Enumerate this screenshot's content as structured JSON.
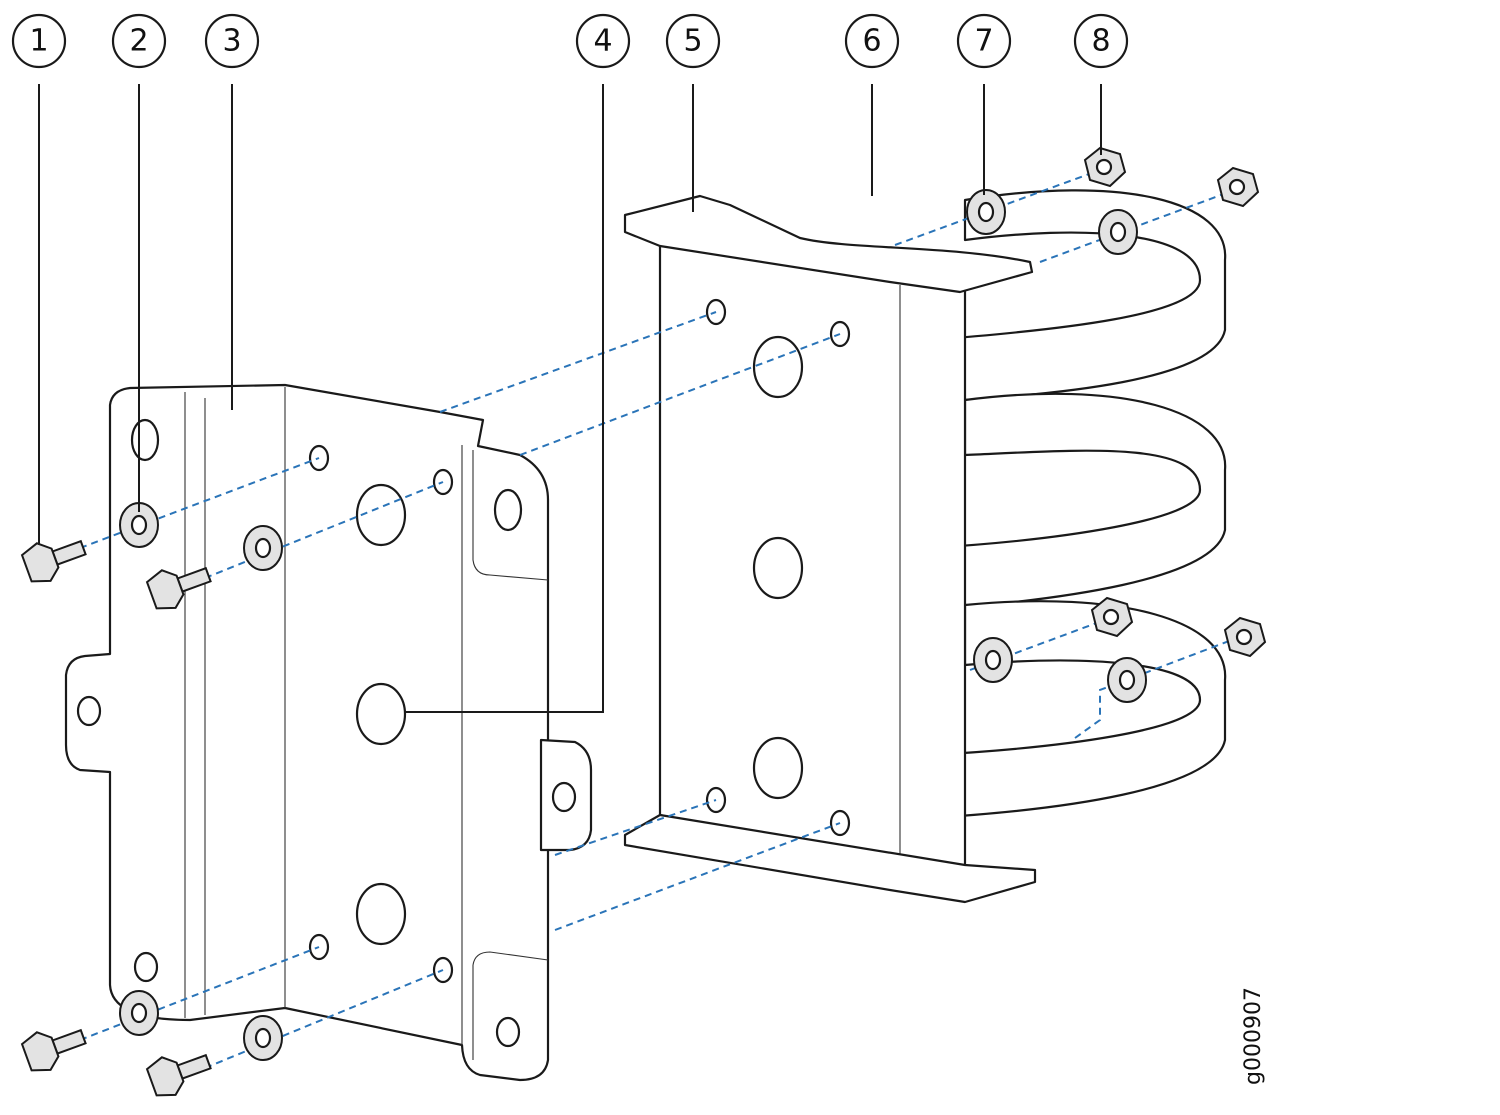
{
  "callouts": [
    "1",
    "2",
    "3",
    "4",
    "5",
    "6",
    "7",
    "8"
  ],
  "figure_id": "g000907"
}
